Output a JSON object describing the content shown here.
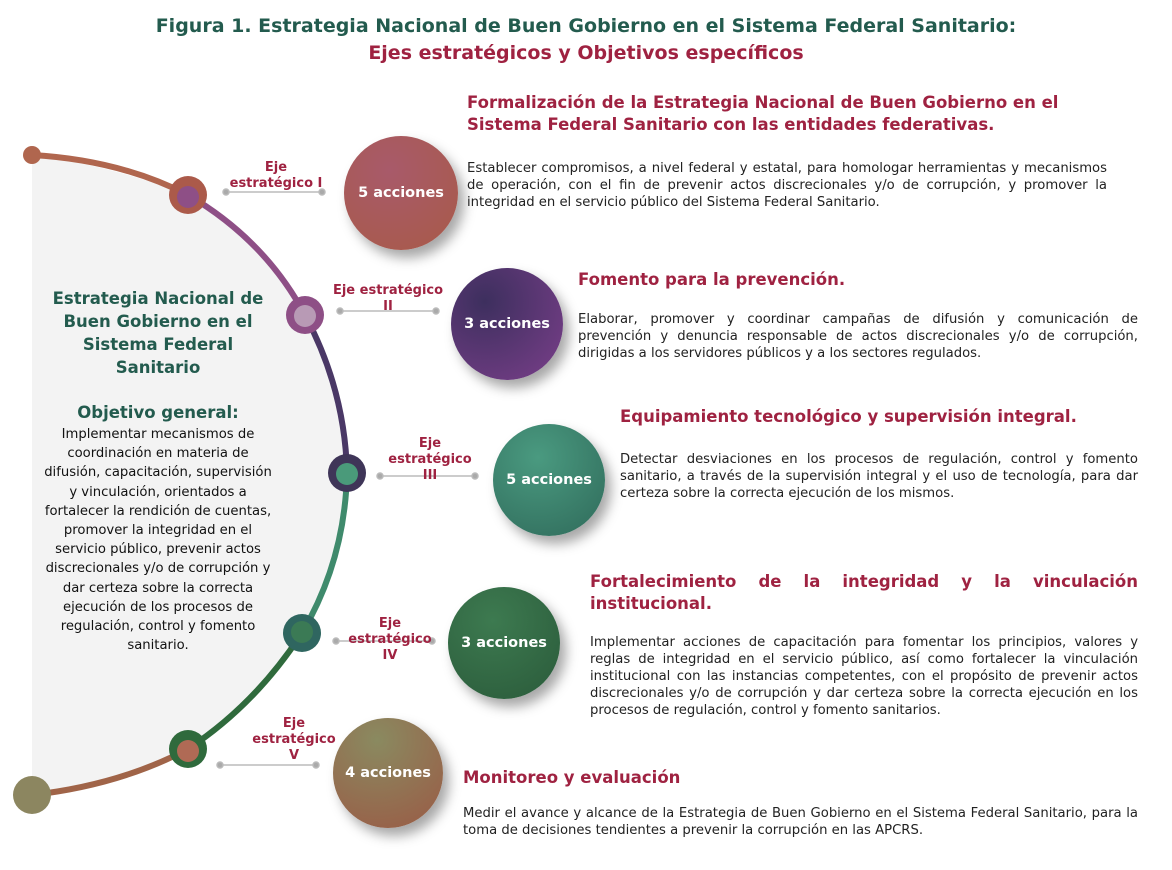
{
  "figure": {
    "title": "Figura 1. Estrategia Nacional de Buen Gobierno en el Sistema Federal Sanitario:",
    "subtitle": "Ejes estratégicos y Objetivos específicos"
  },
  "center": {
    "heading": "Estrategia Nacional de Buen Gobierno en el Sistema Federal Sanitario",
    "objective_label": "Objetivo general:",
    "objective_text": "Implementar mecanismos de coordinación en materia de difusión, capacitación, supervisión y vinculación, orientados a fortalecer la rendición de cuentas, promover la integridad en el servicio público, prevenir actos discrecionales y/o de corrupción y dar certeza sobre la correcta ejecución de los procesos de regulación, control y fomento sanitario."
  },
  "axes": [
    {
      "label_line1": "Eje",
      "label_line2": "estratégico I",
      "actions": "5 acciones",
      "color": "#a0545a",
      "heading": "Formalización de la Estrategia Nacional de Buen Gobierno en el Sistema Federal Sanitario con las entidades federativas.",
      "text": "Establecer compromisos, a nivel federal y estatal, para homologar herramientas y mecanismos de operación, con el fin de prevenir actos discrecionales y/o de corrupción, y promover la integridad en el servicio público del Sistema Federal Sanitario."
    },
    {
      "label_line1": "Eje estratégico",
      "label_line2": "II",
      "actions": "3 acciones",
      "color": "#5e3573",
      "heading": "Fomento para la prevención.",
      "text": "Elaborar, promover y coordinar campañas de difusión y comunicación de prevención y denuncia responsable de actos discrecionales y/o de corrupción, dirigidas a los servidores públicos y a los sectores regulados."
    },
    {
      "label_line1": "Eje",
      "label_line2": "estratégico",
      "label_line3": "III",
      "actions": "5 acciones",
      "color": "#3d8070",
      "heading": "Equipamiento tecnológico y supervisión integral.",
      "text": "Detectar desviaciones en los procesos de regulación, control y fomento sanitario, a través de la supervisión integral y el uso de tecnología, para dar certeza sobre la correcta ejecución de los mismos."
    },
    {
      "label_line1": "Eje",
      "label_line2": "estratégico",
      "label_line3": "IV",
      "actions": "3 acciones",
      "color": "#3a6e45",
      "heading": "Fortalecimiento de la integridad y la vinculación institucional.",
      "text": "Implementar acciones de capacitación para fomentar los principios, valores y reglas de integridad en el servicio público, así como fortalecer la vinculación institucional con las instancias competentes, con el propósito de prevenir actos discrecionales y/o de corrupción y dar certeza sobre la correcta ejecución en los procesos de regulación, control y fomento sanitarios."
    },
    {
      "label_line1": "Eje",
      "label_line2": "estratégico",
      "label_line3": "V",
      "actions": "4 acciones",
      "color": "#8a6a4a",
      "heading": "Monitoreo y evaluación",
      "text": "Medir el avance y alcance de la Estrategia de Buen Gobierno en el Sistema Federal Sanitario, para la toma de decisiones tendientes a prevenir la corrupción en las APCRS."
    }
  ]
}
